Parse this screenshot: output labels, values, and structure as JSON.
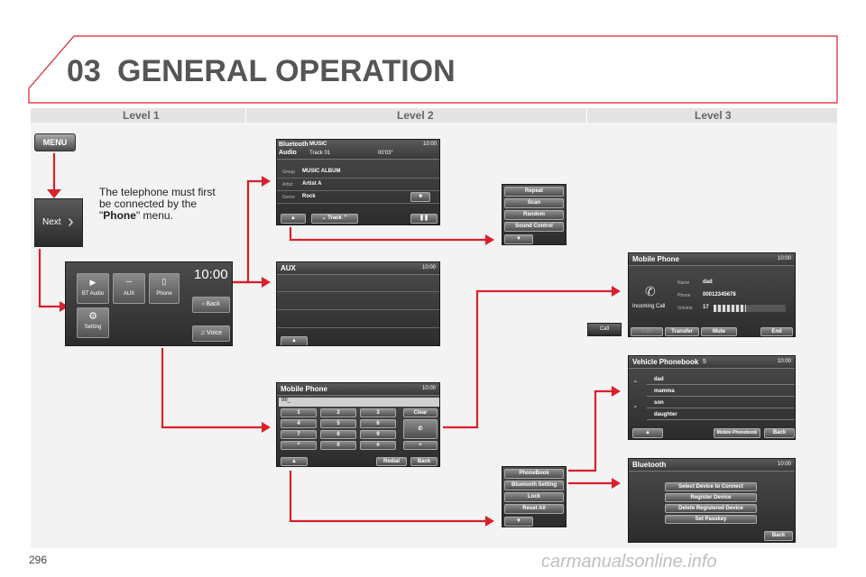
{
  "header": {
    "chapter": "03",
    "title": "GENERAL OPERATION"
  },
  "levels": [
    "Level 1",
    "Level 2",
    "Level 3"
  ],
  "page_number": "296",
  "footer_watermark": "carmanualsonline.info",
  "colors": {
    "accent": "#d8212b",
    "band": "#e4e4e4"
  },
  "buttons": {
    "menu": "MENU",
    "next": "Next"
  },
  "note": {
    "line1": "The telephone must first",
    "line2": "be connected by the",
    "quote_open": "\"",
    "phone": "Phone",
    "suffix": "\" menu."
  },
  "main_menu": {
    "clock": "10:00",
    "items": [
      "BT Audio",
      "AUX",
      "Phone",
      "Setting"
    ],
    "back": "Back",
    "voice": "Voice"
  },
  "bt_audio": {
    "brand_line1": "Bluetooth",
    "brand_line2": "Audio",
    "heading": "MUSIC",
    "track": "Track 01",
    "time": "00'03\"",
    "clock": "10:00",
    "rows": [
      {
        "label": "Group",
        "value": "MUSIC ALBUM"
      },
      {
        "label": "Artist",
        "value": "Artist A"
      },
      {
        "label": "Genre",
        "value": "Rock"
      }
    ],
    "track_button": "Track"
  },
  "bt_audio_menu": {
    "items": [
      "Repeat",
      "Scan",
      "Random",
      "Sound Control"
    ]
  },
  "aux": {
    "title": "AUX",
    "clock": "10:00"
  },
  "phone_keypad": {
    "title": "Mobile Phone",
    "clock": "10:00",
    "entry": "98_",
    "keys": [
      "1",
      "2",
      "3",
      "4",
      "5",
      "6",
      "7",
      "8",
      "9",
      "*",
      "0",
      "#"
    ],
    "clear": "Clear",
    "plus": "+",
    "redial": "Redial",
    "back": "Back"
  },
  "phone_menu": {
    "items": [
      "PhoneBook",
      "Bluetooth Setting",
      "Lock",
      "Reset All"
    ]
  },
  "call_button": "Call",
  "incoming": {
    "title": "Mobile Phone",
    "clock": "10:00",
    "caption": "Incoming Call",
    "name_label": "Name",
    "name_value": "dad",
    "phone_label": "Phone",
    "phone_value": "00012345678",
    "volume_label": "Volume",
    "volume_value": "17",
    "volume_level": 0.45,
    "buttons": [
      "Call",
      "Transfer Call",
      "Mute",
      "End"
    ]
  },
  "phonebook": {
    "title": "Vehicle Phonebook",
    "count": "5",
    "clock": "10:00",
    "entries": [
      "dad",
      "mamma",
      "son",
      "daughter"
    ],
    "mobile_button": "Mobile Phonebook",
    "back": "Back"
  },
  "bt_settings": {
    "title": "Bluetooth",
    "clock": "10:00",
    "options": [
      "Select Device to Connect",
      "Register Device",
      "Delete Registered Device",
      "Set Passkey"
    ],
    "back": "Back"
  }
}
